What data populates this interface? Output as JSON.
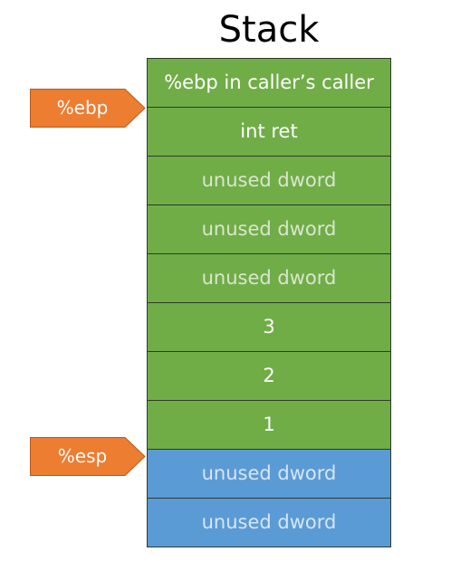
{
  "title": "Stack",
  "colors": {
    "frame": "#70ad47",
    "below": "#5b9bd5",
    "pointer": "#ed7d31"
  },
  "cells": [
    {
      "text": "%ebp in caller’s caller",
      "tone": "green",
      "muted": false
    },
    {
      "text": "int ret",
      "tone": "green",
      "muted": false
    },
    {
      "text": "unused dword",
      "tone": "green",
      "muted": true
    },
    {
      "text": "unused dword",
      "tone": "green",
      "muted": true
    },
    {
      "text": "unused dword",
      "tone": "green",
      "muted": true
    },
    {
      "text": "3",
      "tone": "green",
      "muted": false
    },
    {
      "text": "2",
      "tone": "green",
      "muted": false
    },
    {
      "text": "1",
      "tone": "green",
      "muted": false
    },
    {
      "text": "unused dword",
      "tone": "blue",
      "muted": true
    },
    {
      "text": "unused dword",
      "tone": "blue",
      "muted": true
    }
  ],
  "pointers": {
    "ebp": "%ebp",
    "esp": "%esp"
  }
}
